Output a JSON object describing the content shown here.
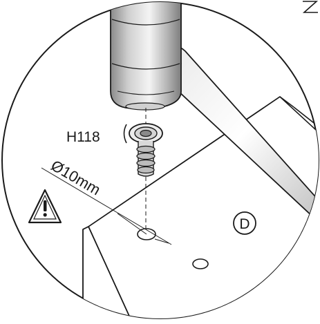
{
  "labels": {
    "part_code": "H118",
    "diameter": "Ø10mm",
    "panel_marker": "D"
  },
  "icons": {
    "warning": "warning-triangle-icon",
    "corner_mark": "corner-step-icon"
  },
  "colors": {
    "line": "#1a1a1a",
    "shade_light": "#d9d9d9",
    "shade_mid": "#bcbcbc",
    "shade_dark": "#8f8f8f",
    "paper": "#ffffff"
  }
}
